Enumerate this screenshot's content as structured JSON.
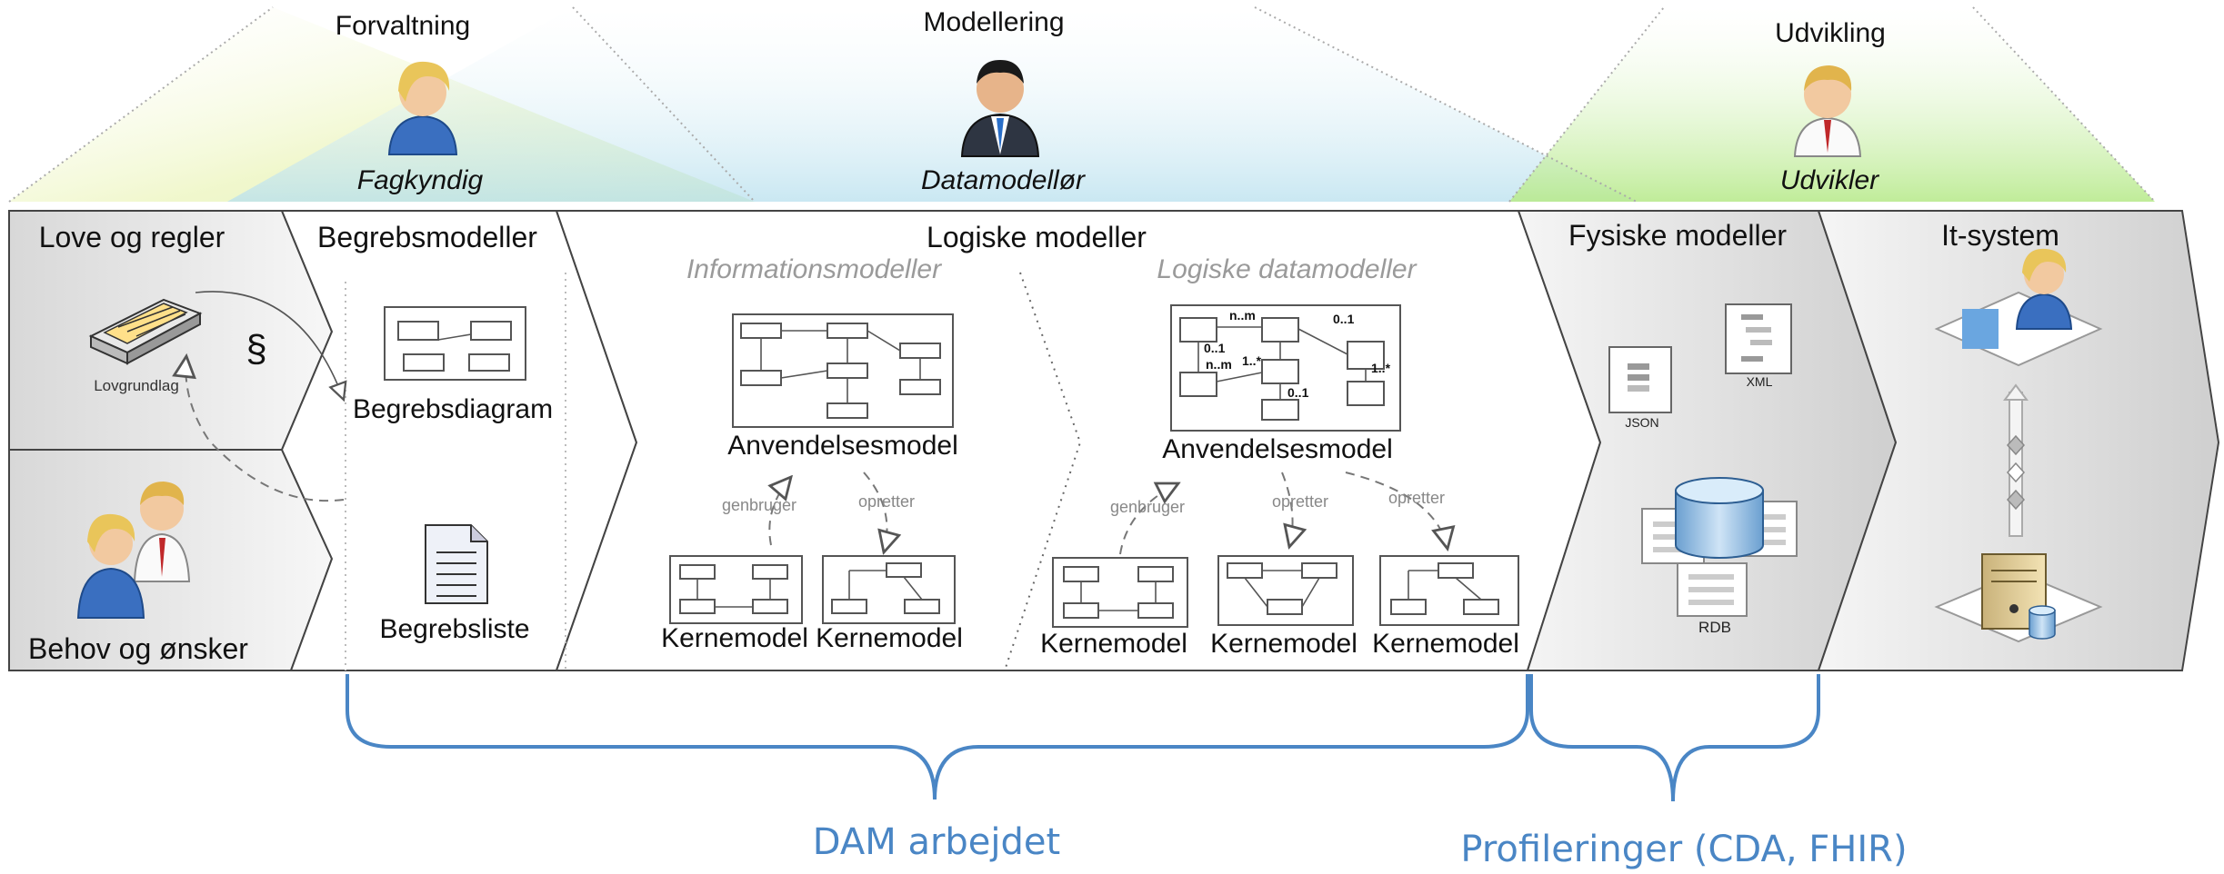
{
  "roles": [
    {
      "title": "Forvaltning",
      "person": "Fagkyndig"
    },
    {
      "title": "Modellering",
      "person": "Datamodellør"
    },
    {
      "title": "Udvikling",
      "person": "Udvikler"
    }
  ],
  "sections": {
    "love": "Love og regler",
    "lovgrundlag": "Lovgrundlag",
    "paragraph": "§",
    "behov": "Behov og ønsker",
    "begreb": "Begrebsmodeller",
    "begrebsdiagram": "Begrebsdiagram",
    "begrebsliste": "Begrebsliste",
    "logiske": "Logiske modeller",
    "info": "Informationsmodeller",
    "logdata": "Logiske datamodeller",
    "anvendelse": "Anvendelsesmodel",
    "kerne": "Kernemodel",
    "genbruger": "genbruger",
    "opretter": "opretter",
    "fysiske": "Fysiske modeller",
    "json": "JSON",
    "xml": "XML",
    "rdb": "RDB",
    "itsystem": "It-system",
    "mult_nm": "n..m",
    "mult_01": "0..1",
    "mult_1n": "1..*"
  },
  "braces": {
    "dam": "DAM arbejdet",
    "profil": "Profileringer (CDA, FHIR)"
  },
  "colors": {
    "brace": "#4a86c5",
    "forvaltning": "#e6f2b5",
    "modellering": "#bfe3ee",
    "udvikling": "#c6ec9f"
  }
}
